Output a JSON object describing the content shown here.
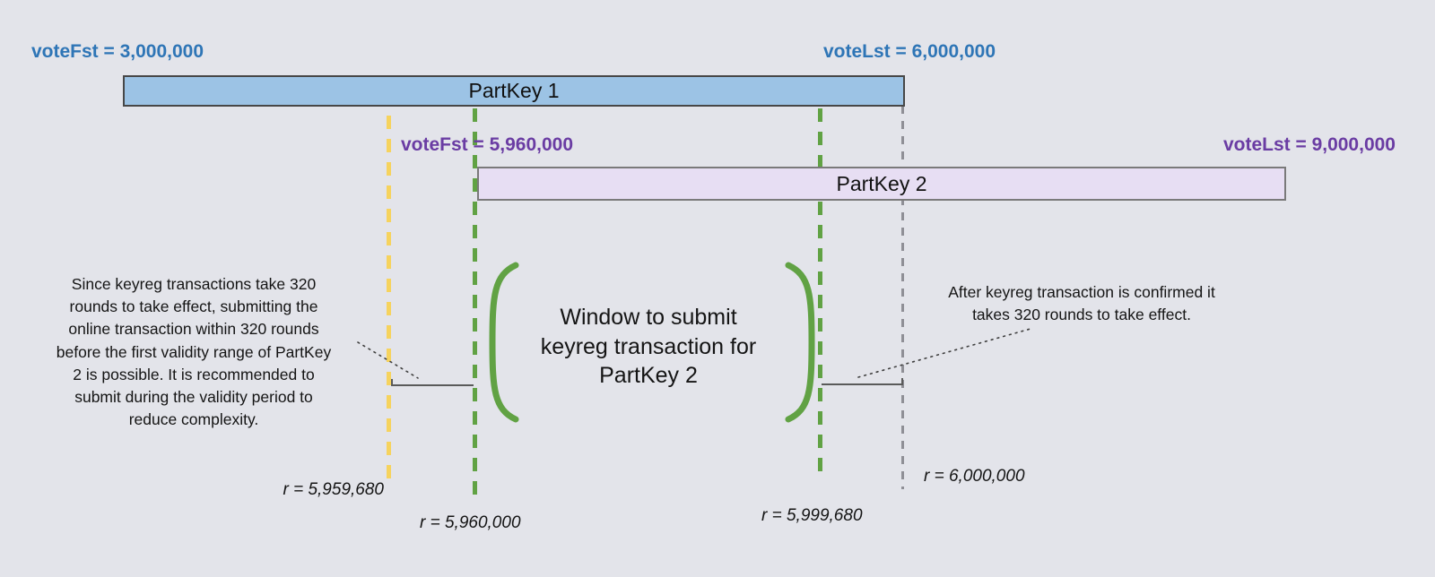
{
  "colors": {
    "bg": "#e3e4ea",
    "ink": "#141414",
    "blue": "#2e75b6",
    "purple": "#6a3ca3",
    "bar1_fill": "#9cc3e5",
    "bar1_border": "#474747",
    "bar2_fill": "#e7def3",
    "bar2_border": "#7a7a7a",
    "yellow": "#f6d35e",
    "green": "#61a244",
    "gray_line": "#8f8f96"
  },
  "partkey1": {
    "vote_fst": "voteFst = 3,000,000",
    "vote_lst": "voteLst = 6,000,000",
    "title": "PartKey 1"
  },
  "partkey2": {
    "vote_fst": "voteFst = 5,960,000",
    "vote_lst": "voteLst = 9,000,000",
    "title": "PartKey 2"
  },
  "window": {
    "lines": [
      "Window to submit",
      "keyreg transaction for",
      "PartKey 2"
    ]
  },
  "notes": {
    "left": {
      "lines": [
        "Since keyreg transactions take 320",
        "rounds to take effect, submitting the",
        "online transaction within 320 rounds",
        "before the first validity range of PartKey",
        "2 is possible. It is recommended to",
        "submit during the validity period to",
        "reduce complexity."
      ]
    },
    "right": {
      "lines": [
        "After keyreg transaction is confirmed it",
        "takes 320 rounds to take effect."
      ]
    }
  },
  "rounds": {
    "r_5959680": "r = 5,959,680",
    "r_5960000": "r = 5,960,000",
    "r_5999680": "r = 5,999,680",
    "r_6000000": "r = 6,000,000"
  }
}
